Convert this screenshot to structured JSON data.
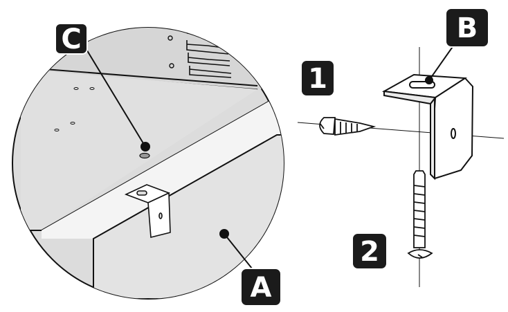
{
  "title": "",
  "labels": {
    "A": "A",
    "B": "B",
    "C": "C",
    "step1": "1",
    "step2": "2"
  },
  "colors": {
    "ink": "#111111",
    "panel_gray": "#dedede",
    "board_gray": "#e4e4e4",
    "bracket_fill": "#ffffff",
    "badge_fill": "#1b1b1b",
    "badge_text": "#ffffff"
  }
}
